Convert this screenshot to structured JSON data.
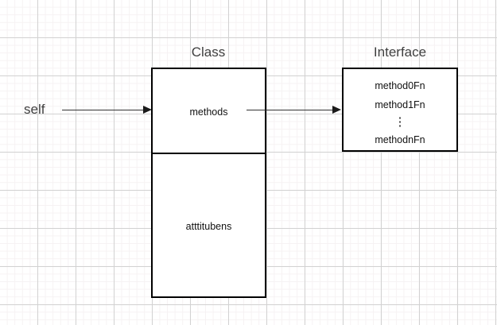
{
  "diagram": {
    "type": "uml-class-interface",
    "background": {
      "grid_minor_color": "#f6f2f3",
      "grid_major_color": "#d2d2d2",
      "canvas_color": "#ffffff"
    },
    "nodes": [
      {
        "id": "class-node",
        "title": "Class",
        "border_color": "#000000",
        "fill_color": "#ffffff",
        "compartments": [
          {
            "id": "methods",
            "label": "methods"
          },
          {
            "id": "attributes",
            "label": "atttitubens"
          }
        ]
      },
      {
        "id": "interface-node",
        "title": "Interface",
        "border_color": "#000000",
        "fill_color": "#ffffff",
        "items": [
          {
            "label": "method0Fn"
          },
          {
            "label": "method1Fn"
          },
          {
            "label": "⋮"
          },
          {
            "label": "methodnFn"
          }
        ]
      }
    ],
    "edges": [
      {
        "id": "self-edge",
        "label": "self",
        "from": "self",
        "to": "class-node",
        "color": "#333333"
      },
      {
        "id": "methods-edge",
        "label": "",
        "from": "class-node.methods",
        "to": "interface-node",
        "color": "#333333"
      }
    ]
  }
}
